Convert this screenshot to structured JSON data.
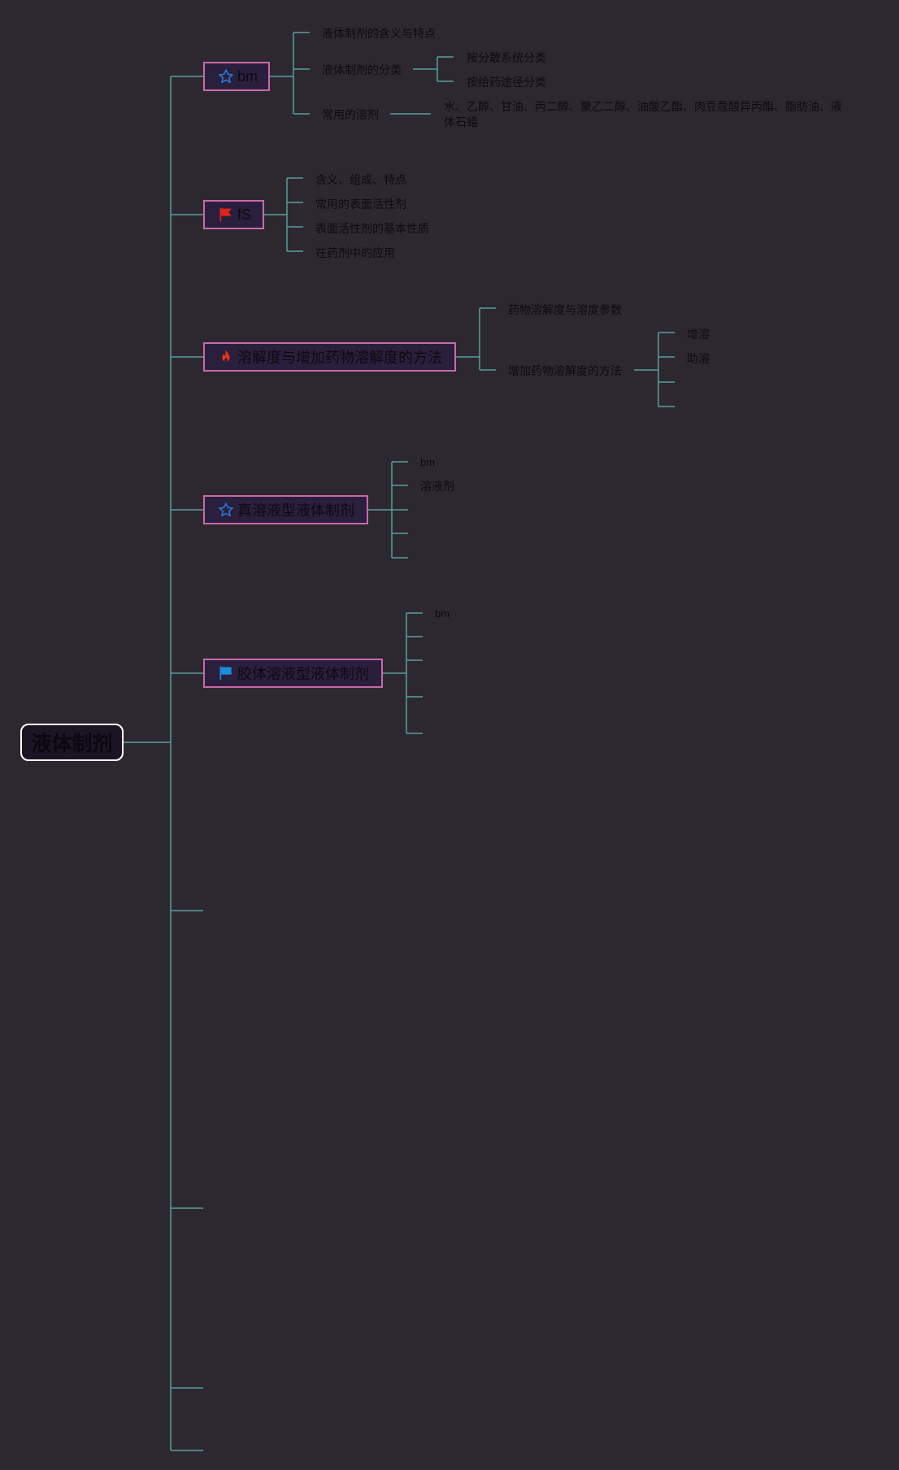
{
  "root": {
    "label": "液体制剂"
  },
  "topics": [
    {
      "label": "bm",
      "icon": "star-icon",
      "children": [
        {
          "label": "液体制剂的含义与特点"
        },
        {
          "label": "液体制剂的分类",
          "children": [
            {
              "label": "按分散系统分类"
            },
            {
              "label": "按给药途径分类"
            }
          ]
        },
        {
          "label": "常用的溶剂",
          "children": [
            {
              "label": "水、乙醇、甘油、丙二醇、聚乙二醇、油酸乙酯、肉豆蔻酸异丙酯、脂肪油、液体石蜡"
            }
          ]
        }
      ]
    },
    {
      "label": "fS",
      "icon": "red-flag-icon",
      "children": [
        {
          "label": "含义、组成、特点"
        },
        {
          "label": "常用的表面活性剂"
        },
        {
          "label": "表面活性剂的基本性质"
        },
        {
          "label": "在药剂中的应用"
        }
      ]
    },
    {
      "label": "溶解度与增加药物溶解度的方法",
      "icon": "fire-icon",
      "children": [
        {
          "label": "药物溶解度与溶度参数"
        },
        {
          "label": "增加药物溶解度的方法",
          "children": [
            {
              "label": "增溶"
            },
            {
              "label": "助溶"
            },
            {
              "label": ""
            },
            {
              "label": ""
            }
          ]
        }
      ]
    },
    {
      "label": "真溶液型液体制剂",
      "icon": "star-icon",
      "children": [
        {
          "label": "bm"
        },
        {
          "label": "溶液剂"
        },
        {
          "label": ""
        },
        {
          "label": ""
        },
        {
          "label": ""
        }
      ]
    },
    {
      "label": "胶体溶液型液体制剂",
      "icon": "blue-flag-icon",
      "children": [
        {
          "label": "bm"
        },
        {
          "label": ""
        },
        {
          "label": ""
        },
        {
          "label": ""
        },
        {
          "label": ""
        }
      ]
    }
  ],
  "colors": {
    "background": "#2d2830",
    "connector": "#5a9e9a",
    "topic_border": "#c86aa8",
    "topic_fill": "#2a1f3c",
    "root_border": "#ffffff",
    "star": "#2b74d6",
    "red_flag": "#e0251b",
    "fire": "#e8341c",
    "blue_flag": "#1c8fe0"
  }
}
